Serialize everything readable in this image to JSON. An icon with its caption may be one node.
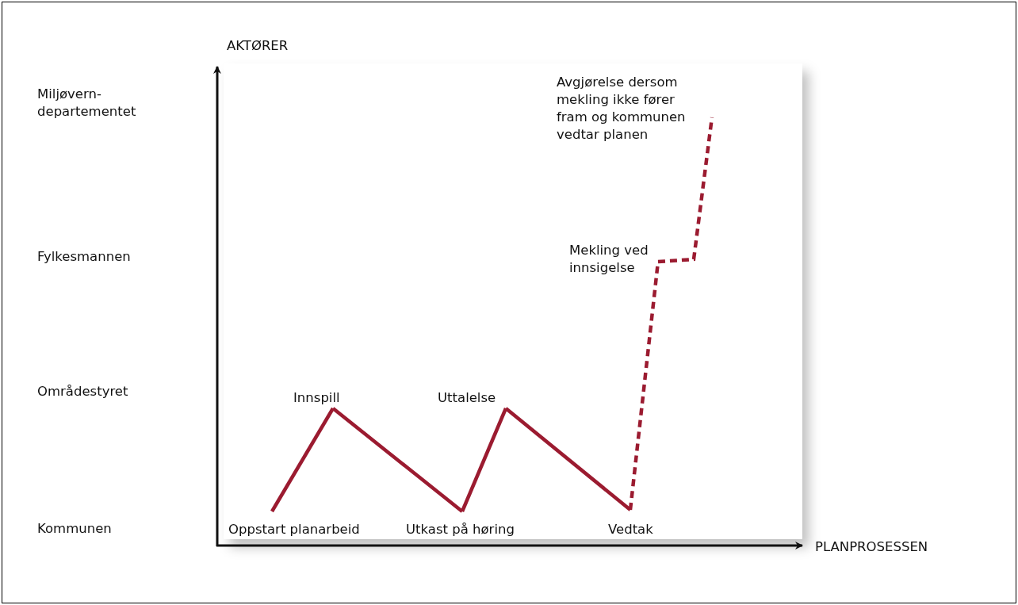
{
  "diagram": {
    "nodes": [
      {
        "text": [
          "Oppstart planarbeid"
        ]
      },
      {
        "text": [
          "Innspill"
        ]
      },
      {
        "text": [
          "Utkast på høring"
        ]
      },
      {
        "text": [
          "Uttalelse"
        ]
      },
      {
        "text": [
          "Vedtak"
        ]
      },
      {
        "text": [
          "Mekling ved innsigelse"
        ]
      },
      {
        "text": [
          "Avgjørelse dersom mekling ikke fører fram og kommunen vedtar planen"
        ]
      }
    ],
    "edges": [
      {
        "from": 0,
        "to": 1,
        "arrow": "none"
      },
      {
        "from": 1,
        "to": 2,
        "arrow": "none"
      },
      {
        "from": 2,
        "to": 3,
        "arrow": "none"
      },
      {
        "from": 3,
        "to": 4,
        "arrow": "none"
      },
      {
        "from": 4,
        "to": 5,
        "arrow": "none",
        "style": "dashed"
      },
      {
        "from": 5,
        "to": 6,
        "arrow": "none",
        "style": "dashed"
      }
    ],
    "labels": [
      "AKTØRER",
      "Miljøvern-departementet",
      "Fylkesmannen",
      "Områdestyret",
      "Kommunen",
      "PLANPROSESSEN"
    ]
  }
}
